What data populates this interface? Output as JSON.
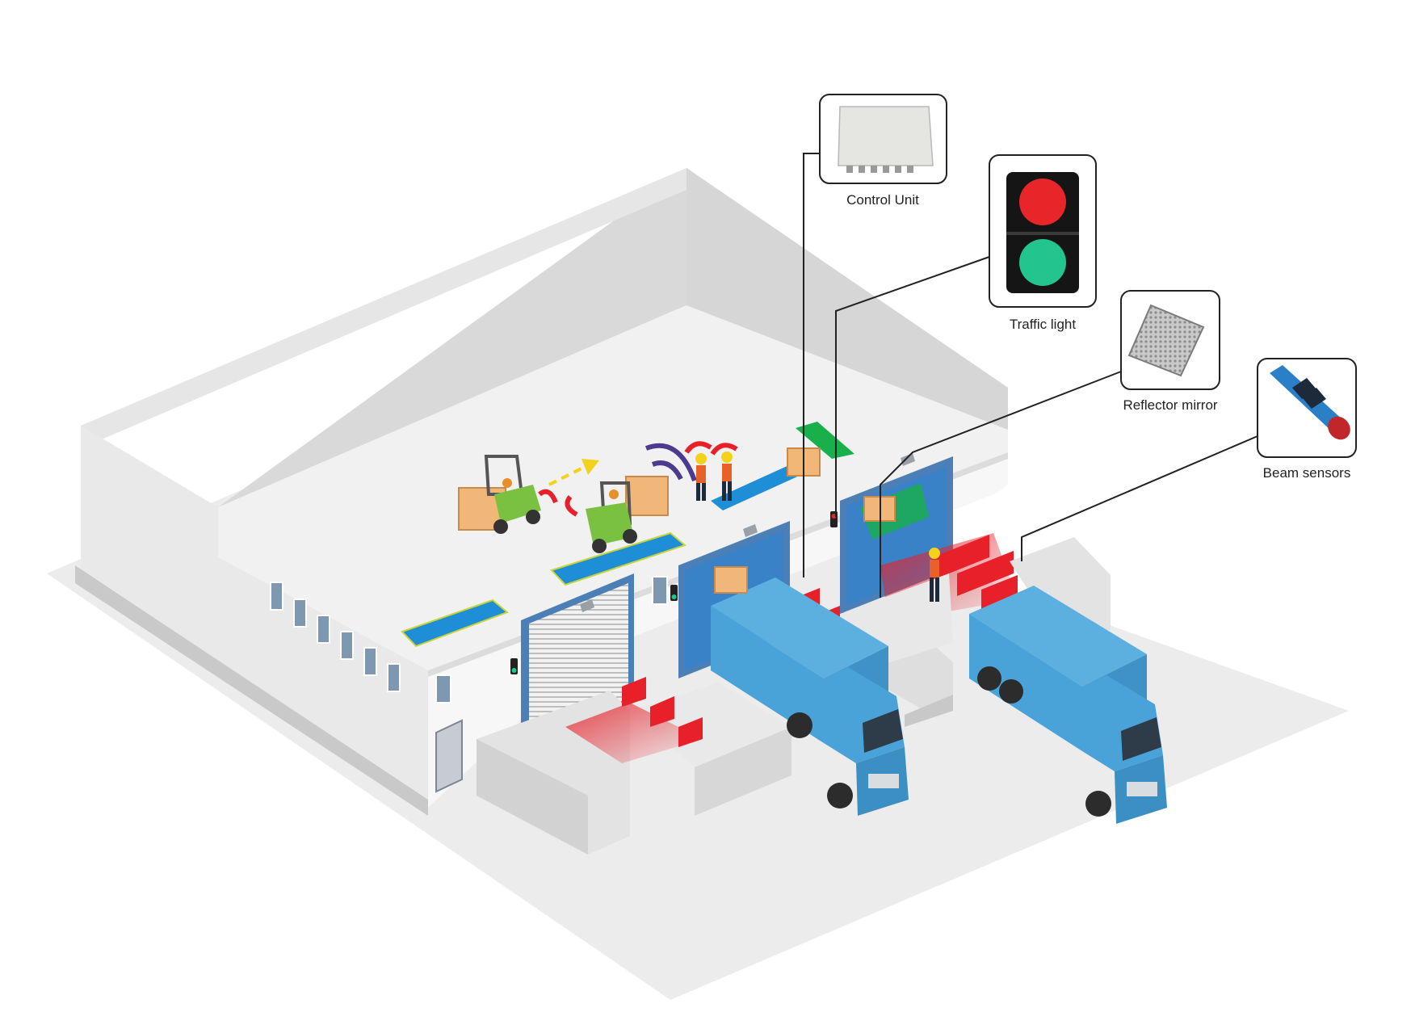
{
  "callouts": {
    "control_unit": {
      "label": "Control Unit"
    },
    "traffic_light": {
      "label": "Traffic light"
    },
    "reflector_mirror": {
      "label": "Reflector mirror"
    },
    "beam_sensors": {
      "label": "Beam sensors"
    }
  },
  "colors": {
    "truck_blue": "#4aa3d8",
    "beam_red": "#e8202a",
    "floor_mark_blue": "#1e8fd6",
    "floor_mark_green": "#17b04a",
    "traffic_red": "#e8262a",
    "traffic_green": "#23c58e",
    "sensor_blue": "#2a7fc7",
    "forklift_green": "#7ac142",
    "cargo_orange": "#f0b778"
  },
  "icons": [
    "control-unit-icon",
    "traffic-light-icon",
    "reflector-mirror-icon",
    "beam-sensor-icon",
    "forklift-icon",
    "truck-icon",
    "worker-icon"
  ]
}
